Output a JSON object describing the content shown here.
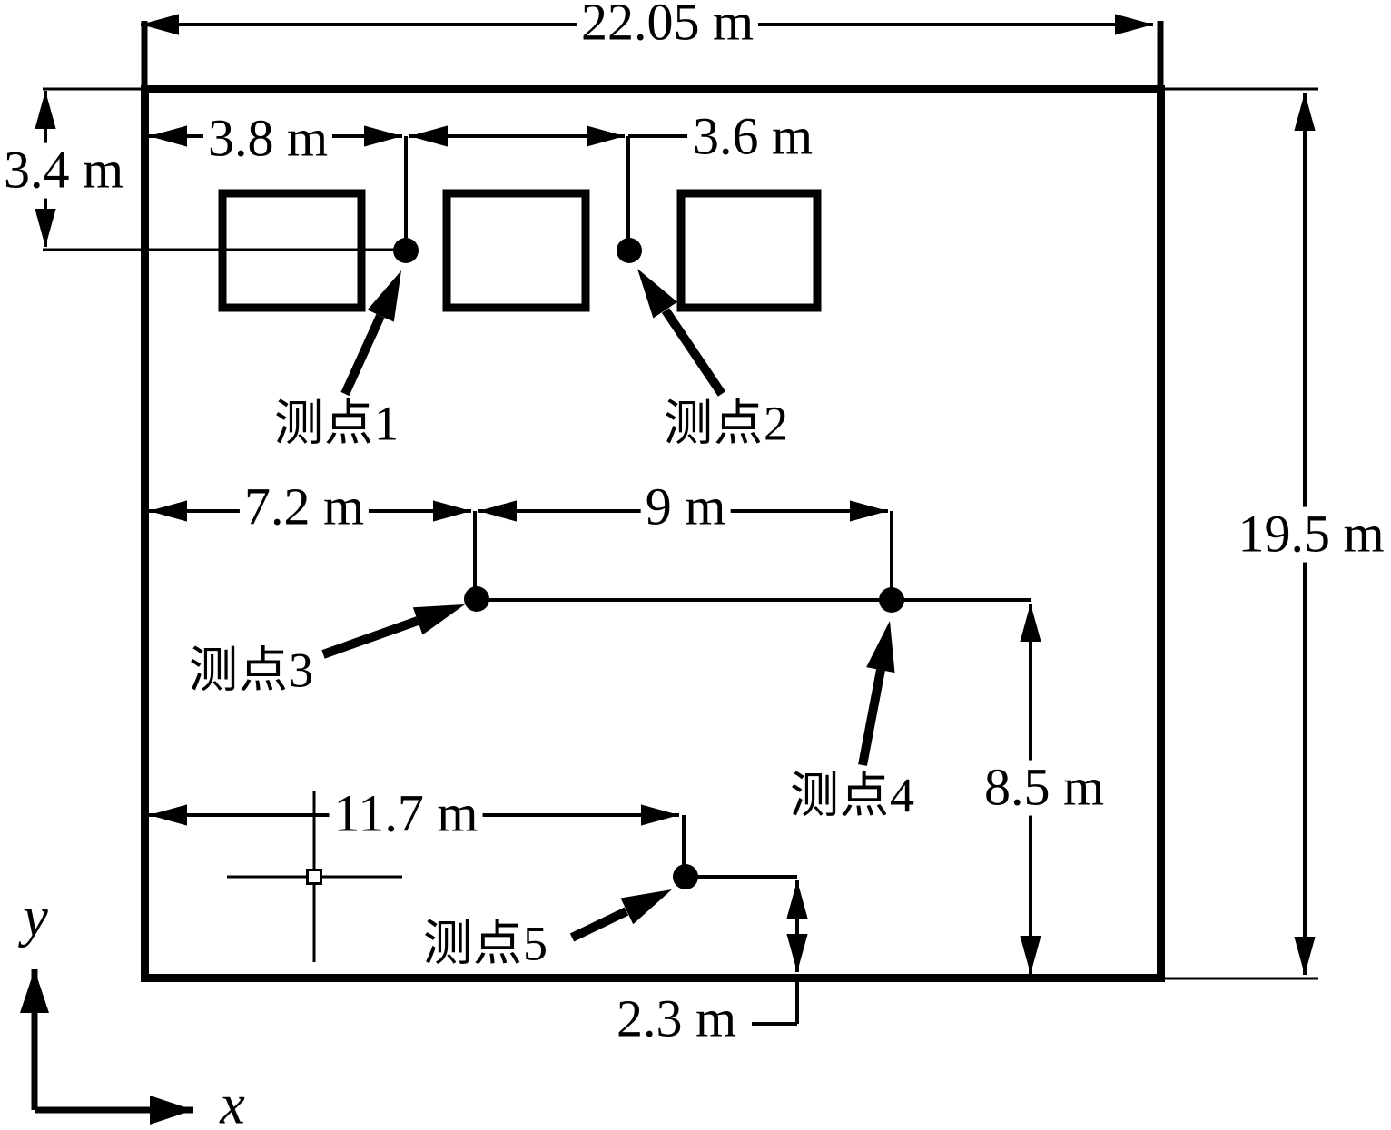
{
  "figure": {
    "colors": {
      "ink": "#000000",
      "background": "#ffffff"
    },
    "dimensions": {
      "room_width": "22.05 m",
      "room_height": "19.5 m",
      "p1_from_top": "3.4 m",
      "p1_from_left": "3.8 m",
      "p1_to_p2": "3.6 m",
      "p3_from_left": "7.2 m",
      "p3_to_p4": "9 m",
      "p4_from_bottom": "8.5 m",
      "p5_from_left": "11.7 m",
      "p5_from_bottom": "2.3 m"
    },
    "points": {
      "p1": "测点1",
      "p2": "测点2",
      "p3": "测点3",
      "p4": "测点4",
      "p5": "测点5"
    },
    "axes": {
      "x_label": "x",
      "y_label": "y"
    }
  }
}
